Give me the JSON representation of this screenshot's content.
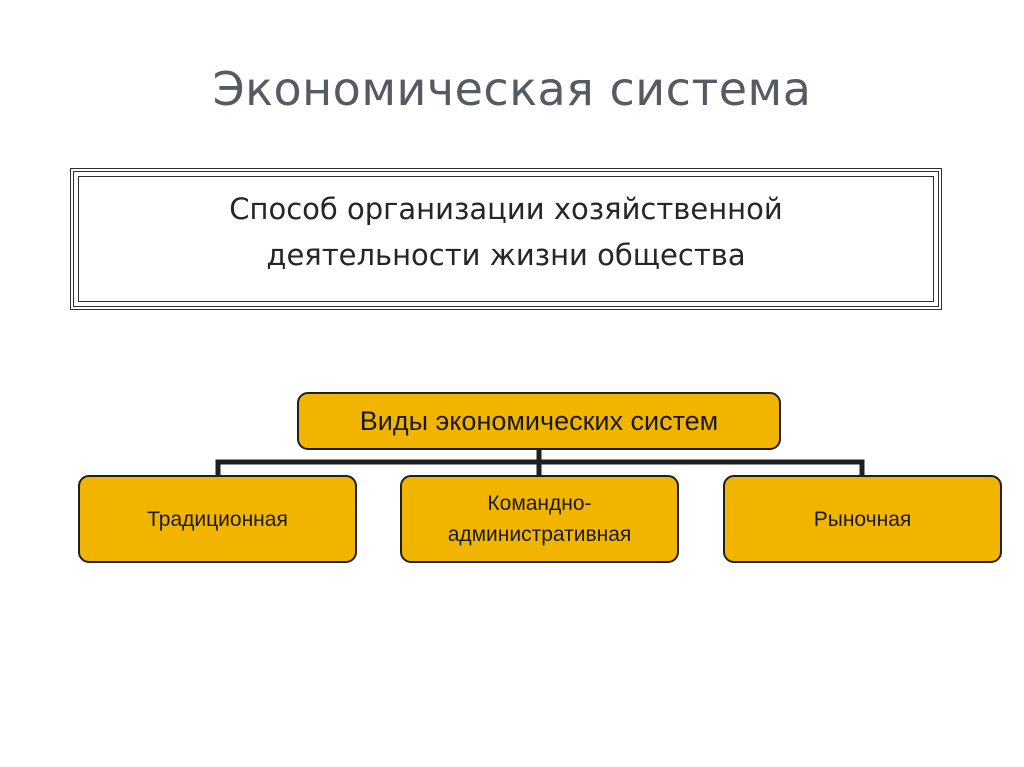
{
  "title": "Экономическая система",
  "definition": {
    "line1": "Способ организации хозяйственной",
    "line2": "деятельности жизни общества"
  },
  "diagram": {
    "root": "Виды экономических систем",
    "children": [
      {
        "line1": "Традиционная",
        "line2": ""
      },
      {
        "line1": "Командно-",
        "line2": "административная"
      },
      {
        "line1": "Рыночная",
        "line2": ""
      }
    ],
    "node_color": "#f1b500",
    "connector_color": "#1f1f1f"
  }
}
